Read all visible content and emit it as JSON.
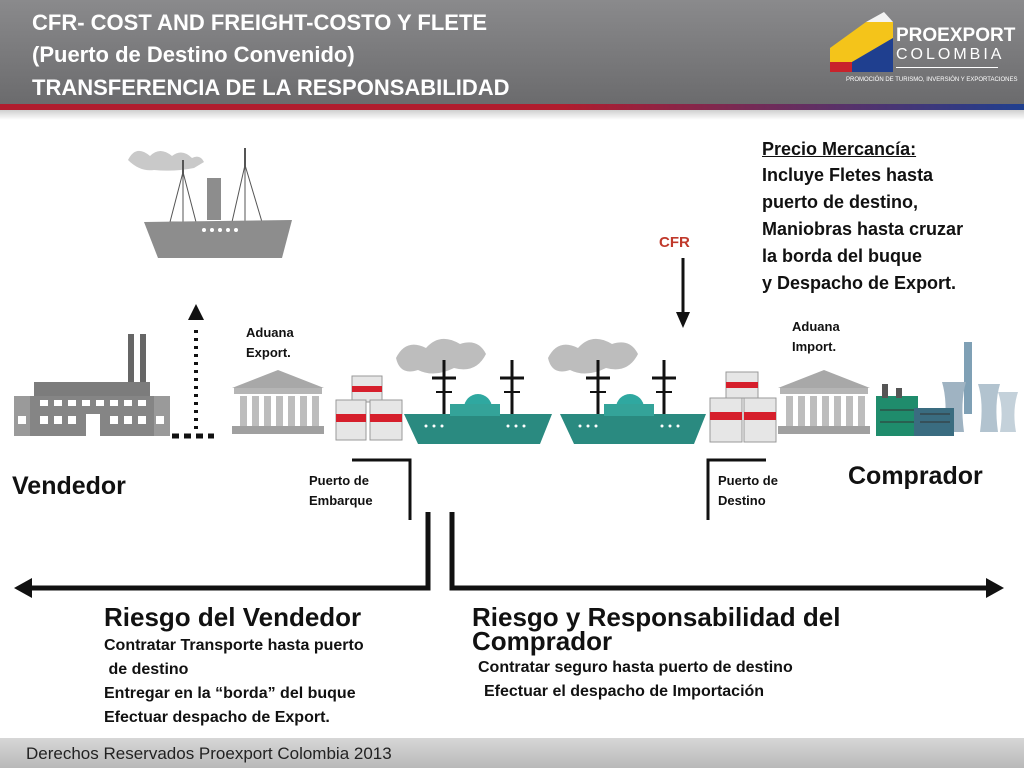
{
  "header": {
    "title_1": "CFR- COST AND FREIGHT-COSTO Y FLETE",
    "title_2": "(Puerto de Destino Convenido)",
    "title_3": "TRANSFERENCIA DE LA RESPONSABILIDAD",
    "logo_name": "PROEXPORT",
    "logo_country": "COLOMBIA",
    "logo_tagline": "PROMOCIÓN DE TURISMO, INVERSIÓN Y EXPORTACIONES"
  },
  "price": {
    "heading": "Precio Mercancía:",
    "line_1": "Incluye Fletes hasta",
    "line_2": "puerto de destino,",
    "line_3": "Maniobras hasta cruzar",
    "line_4": "la borda del buque",
    "line_5": "y Despacho de Export."
  },
  "cfr_marker": "CFR",
  "labels": {
    "aduana_export_1": "Aduana",
    "aduana_export_2": "Export.",
    "aduana_import_1": "Aduana",
    "aduana_import_2": "Import.",
    "vendedor": "Vendedor",
    "comprador": "Comprador",
    "puerto_embarque_1": "Puerto de",
    "puerto_embarque_2": "Embarque",
    "puerto_destino_1": "Puerto de",
    "puerto_destino_2": "Destino"
  },
  "risk_seller": {
    "title": "Riesgo del Vendedor",
    "line_1": "Contratar Transporte hasta puerto",
    "line_2": " de destino",
    "line_3": "Entregar en la “borda” del buque",
    "line_4": "Efectuar despacho de Export."
  },
  "risk_buyer": {
    "title_1": "Riesgo y Responsabilidad del",
    "title_2": "Comprador",
    "line_1": "Contratar seguro hasta puerto de destino",
    "line_2": "Efectuar el despacho de Importación"
  },
  "footer": "Derechos Reservados Proexport Colombia 2013",
  "colors": {
    "header_grey": "#7a7a7c",
    "accent_red": "#c0392b",
    "ship_teal": "#2a8a80",
    "stripe_blue": "#1f3f8f"
  }
}
